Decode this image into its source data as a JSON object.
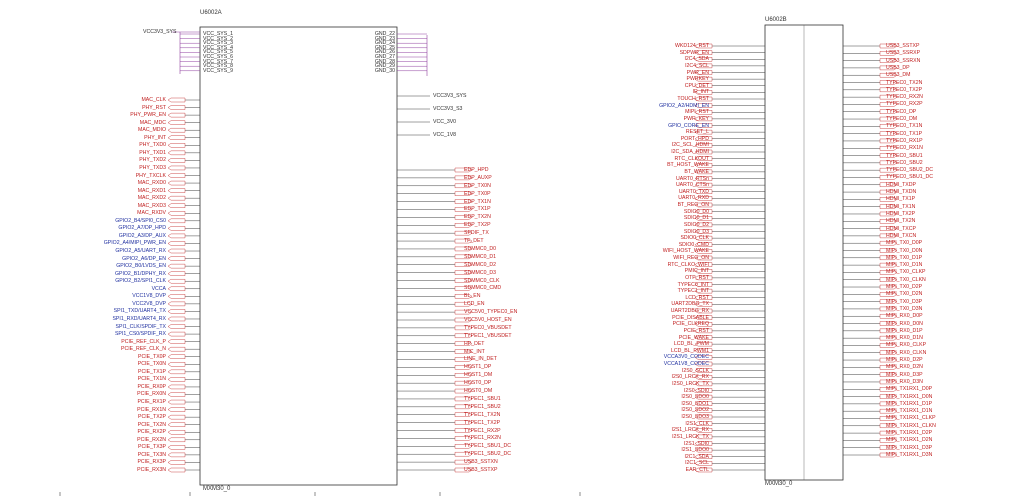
{
  "part_a": {
    "refdes": "U6002A",
    "footer": "MXM30_0",
    "power_net": "VCC3V3_SYS",
    "vcc_sys_pins": [
      "VCC_SYS_1",
      "VCC_SYS_2",
      "VCC_SYS_3",
      "VCC_SYS_4",
      "VCC_SYS_5",
      "VCC_SYS_6",
      "VCC_SYS_7",
      "VCC_SYS_8",
      "VCC_SYS_9"
    ],
    "gnd_pins": [
      "GND_22",
      "GND_23",
      "GND_24",
      "GND_25",
      "GND_26",
      "GND_27",
      "GND_28",
      "GND_29",
      "GND_30"
    ],
    "right_power_nets": [
      "VCC3V3_SYS",
      "VCC3V3_S3",
      "VCC_3V0",
      "VCC_1V8"
    ],
    "left_nets": [
      "MAC_CLK",
      "PHY_RST",
      "PHY_PWR_EN",
      "MAC_MDC",
      "MAC_MDIO",
      "PHY_INT",
      "PHY_TXD0",
      "PHY_TXD1",
      "PHY_TXD2",
      "PHY_TXD3",
      "PHY_TXCLK",
      "MAC_RXD0",
      "MAC_RXD1",
      "MAC_RXD2",
      "MAC_RXD3",
      "MAC_RXDV",
      "GPIO2_B4/SPI0_CS0",
      "GPIO2_A7/DP_HPD",
      "GPIO2_A3/DP_AUX",
      "GPIO2_A4/MIPI_PWR_EN",
      "GPIO2_A5/UART_RX",
      "GPIO2_A6/DP_EN",
      "GPIO2_B0/LVDS_EN",
      "GPIO2_B1/DPHY_RX",
      "GPIO2_B2/SPI1_CLK",
      "VCCA",
      "VCC1V8_DVP",
      "VCC2V8_DVP",
      "SPI1_TXD/UART4_TX",
      "SPI1_RXD/UART4_RX",
      "SPI1_CLK/SPDIF_TX",
      "SPI1_CS0/SPDIF_RX",
      "PCIE_REF_CLK_P",
      "PCIE_REF_CLK_N",
      "PCIE_TX0P",
      "PCIE_TX0N",
      "PCIE_TX1P",
      "PCIE_TX1N",
      "PCIE_RX0P",
      "PCIE_RX0N",
      "PCIE_RX1P",
      "PCIE_RX1N",
      "PCIE_TX2P",
      "PCIE_TX2N",
      "PCIE_RX2P",
      "PCIE_RX2N",
      "PCIE_TX3P",
      "PCIE_TX3N",
      "PCIE_RX3P",
      "PCIE_RX3N"
    ],
    "right_nets": [
      "EDP_HPD",
      "EDP_AUXP",
      "EDP_TX0N",
      "EDP_TX0P",
      "EDP_TX1N",
      "EDP_TX1P",
      "EDP_TX2N",
      "EDP_TX2P",
      "SPDIF_TX",
      "TF_DET",
      "SDMMC0_D0",
      "SDMMC0_D1",
      "SDMMC0_D2",
      "SDMMC0_D3",
      "SDMMC0_CLK",
      "SDMMC0_CMD",
      "BL_EN",
      "LCD_EN",
      "VCC5V0_TYPEC0_EN",
      "VCC5V0_HOST_EN",
      "TYPEC0_VBUSDET",
      "TYPEC1_VBUSDET",
      "HP_DET",
      "MIC_INT",
      "LINE_IN_DET",
      "HOST1_DP",
      "HOST1_DM",
      "HOST0_DP",
      "HOST0_DM",
      "TYPEC1_SBU1",
      "TYPEC1_SBU2",
      "TYPEC1_TX2N",
      "TYPEC1_TX2P",
      "TYPEC1_RX2P",
      "TYPEC1_RX2N",
      "TYPEC1_SBU1_DC",
      "TYPEC1_SBU2_DC",
      "USB3_SSTXN",
      "USB3_SSTXP"
    ]
  },
  "part_b": {
    "refdes": "U6002B",
    "footer": "MXM30_0",
    "left_nets": [
      "WKD124_RST",
      "SDPWR_EN",
      "I2C4_SDA",
      "I2C4_SCL",
      "PWR_EN",
      "PWRKEY",
      "CPU_DET",
      "IR_INT",
      "TOUCH_RST",
      "GPIO2_A2/HDMI_EN",
      "MIPI_RST",
      "PWR_KEY",
      "GPIO_CORE_EN",
      "RESET_L",
      "PORT_HPD",
      "I2C_SCL_HDMI",
      "I2C_SDA_HDMI",
      "RTC_CLKOUT",
      "BT_HOST_WAKE",
      "BT_WAKE",
      "UART0_RTSn",
      "UART0_CTSn",
      "UART0_TXD",
      "UART0_RXD",
      "BT_REG_ON",
      "SDIO0_D0",
      "SDIO0_D1",
      "SDIO0_D2",
      "SDIO0_D3",
      "SDIO0_CLK",
      "SDIO0_CMD",
      "WIFI_HOST_WAKE",
      "WIFI_REG_ON",
      "RTC_CLKO_WIFI",
      "PMIC_INT",
      "OTP_RST",
      "TYPEC0_INT",
      "TYPEC1_INT",
      "LCD_RST",
      "UART2DBG_TX",
      "UART2DBG_RX",
      "PCIE_DISABLE",
      "PCIE_CLKREQ",
      "PCIE_RST",
      "PCIE_WAKE",
      "LCD_BL_PWM",
      "LCD_BL_PWM1",
      "VCCA3V0_CODEC",
      "VCCA1V8_CODEC",
      "I2S0_SCLK",
      "I2S0_LRCK_RX",
      "I2S0_LRCK_TX",
      "I2S0_SDI0",
      "I2S0_SDO0",
      "I2S0_SDO1",
      "I2S0_SDO2",
      "I2S0_SDO3",
      "I2S1_CLK",
      "I2S1_LRCK_RX",
      "I2S1_LRCK_TX",
      "I2S1_SDI0",
      "I2S1_SDO0",
      "I2C1_SDA",
      "I2C1_SCL",
      "EAR_CTL"
    ],
    "right_nets": [
      "USB3_SSTXP",
      "USB3_SSRXP",
      "USB3_SSRXN",
      "USB3_DP",
      "USB3_DM",
      "TYPEC0_TX2N",
      "TYPEC0_TX2P",
      "TYPEC0_RX2N",
      "TYPEC0_RX2P",
      "TYPEC0_DP",
      "TYPEC0_DM",
      "TYPEC0_TX1N",
      "TYPEC0_TX1P",
      "TYPEC0_RX1P",
      "TYPEC0_RX1N",
      "TYPEC0_SBU1",
      "TYPEC0_SBU2",
      "TYPEC0_SBU2_DC",
      "TYPEC0_SBU1_DC",
      "HDMI_TXDP",
      "HDMI_TXDN",
      "HDMI_TX1P",
      "HDMI_TX1N",
      "HDMI_TX2P",
      "HDMI_TX2N",
      "HDMI_TXCP",
      "HDMI_TXCN",
      "MIPI_TX0_D0P",
      "MIPI_TX0_D0N",
      "MIPI_TX0_D1P",
      "MIPI_TX0_D1N",
      "MIPI_TX0_CLKP",
      "MIPI_TX0_CLKN",
      "MIPI_TX0_D2P",
      "MIPI_TX0_D2N",
      "MIPI_TX0_D3P",
      "MIPI_TX0_D3N",
      "MIPI_RX0_D0P",
      "MIPI_RX0_D0N",
      "MIPI_RX0_D1P",
      "MIPI_RX0_D1N",
      "MIPI_RX0_CLKP",
      "MIPI_RX0_CLKN",
      "MIPI_RX0_D2P",
      "MIPI_RX0_D2N",
      "MIPI_RX0_D3P",
      "MIPI_RX0_D3N",
      "MIPI_TX1RX1_D0P",
      "MIPI_TX1RX1_D0N",
      "MIPI_TX1RX1_D1P",
      "MIPI_TX1RX1_D1N",
      "MIPI_TX1RX1_CLKP",
      "MIPI_TX1RX1_CLKN",
      "MIPI_TX1RX1_D2P",
      "MIPI_TX1RX1_D2N",
      "MIPI_TX1RX1_D3P",
      "MIPI_TX1RX1_D3N"
    ]
  }
}
